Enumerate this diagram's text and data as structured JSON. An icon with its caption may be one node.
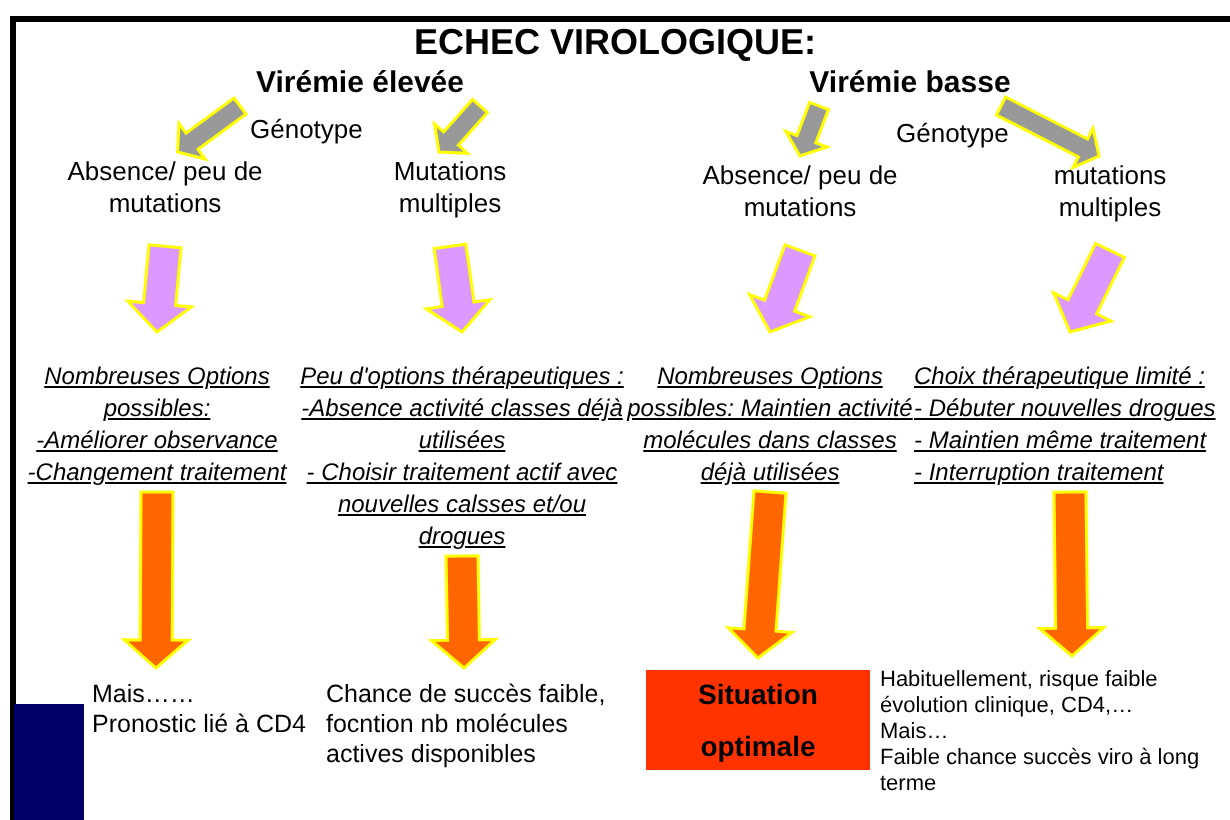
{
  "diagram": {
    "title": "ECHEC VIROLOGIQUE:",
    "nodes": [
      {
        "text": [
          "Virémie élevée"
        ]
      },
      {
        "text": [
          "Virémie basse"
        ]
      },
      {
        "text": [
          "Absence/ peu de mutations"
        ]
      },
      {
        "text": [
          "Mutations multiples"
        ]
      },
      {
        "text": [
          "Absence/ peu de mutations"
        ]
      },
      {
        "text": [
          "mutations multiples"
        ]
      },
      {
        "text": [
          "Nombreuses Options possibles:",
          "-Améliorer observance",
          "-Changement traitement"
        ]
      },
      {
        "text": [
          "Peu d'options thérapeutiques :",
          "-Absence activité classes déjà utilisées",
          "- Choisir traitement actif avec nouvelles calsses et/ou drogues"
        ]
      },
      {
        "text": [
          "Nombreuses Options possibles: Maintien activité molécules dans classes déjà utilisées"
        ]
      },
      {
        "text": [
          "Choix thérapeutique limité :",
          "- Débuter nouvelles drogues",
          "- Maintien même traitement",
          "- Interruption traitement"
        ]
      },
      {
        "text": [
          "Mais……",
          "Pronostic lié à CD4"
        ]
      },
      {
        "text": [
          "Chance de succès faible, focntion nb molécules actives disponibles"
        ]
      },
      {
        "text": [
          "Situation optimale"
        ]
      },
      {
        "text": [
          "Habituellement, risque faible évolution clinique, CD4,…",
          "Mais…",
          "Faible chance succès  viro à long terme"
        ]
      }
    ],
    "edges": [
      {
        "from": 0,
        "to": 2,
        "arrow": "to",
        "color": "#999999"
      },
      {
        "from": 0,
        "to": 3,
        "arrow": "to",
        "color": "#999999"
      },
      {
        "from": 1,
        "to": 4,
        "arrow": "to",
        "color": "#999999"
      },
      {
        "from": 1,
        "to": 5,
        "arrow": "to",
        "color": "#999999"
      },
      {
        "from": 2,
        "to": 6,
        "arrow": "to",
        "color": "#dd99ff"
      },
      {
        "from": 3,
        "to": 7,
        "arrow": "to",
        "color": "#dd99ff"
      },
      {
        "from": 4,
        "to": 8,
        "arrow": "to",
        "color": "#dd99ff"
      },
      {
        "from": 5,
        "to": 9,
        "arrow": "to",
        "color": "#dd99ff"
      },
      {
        "from": 6,
        "to": 10,
        "arrow": "to",
        "color": "#ff6600"
      },
      {
        "from": 7,
        "to": 11,
        "arrow": "to",
        "color": "#ff6600"
      },
      {
        "from": 8,
        "to": 12,
        "arrow": "to",
        "color": "#ff6600"
      },
      {
        "from": 9,
        "to": 13,
        "arrow": "to",
        "color": "#ff6600"
      }
    ],
    "labels": [
      "Génotype",
      "Génotype"
    ]
  }
}
